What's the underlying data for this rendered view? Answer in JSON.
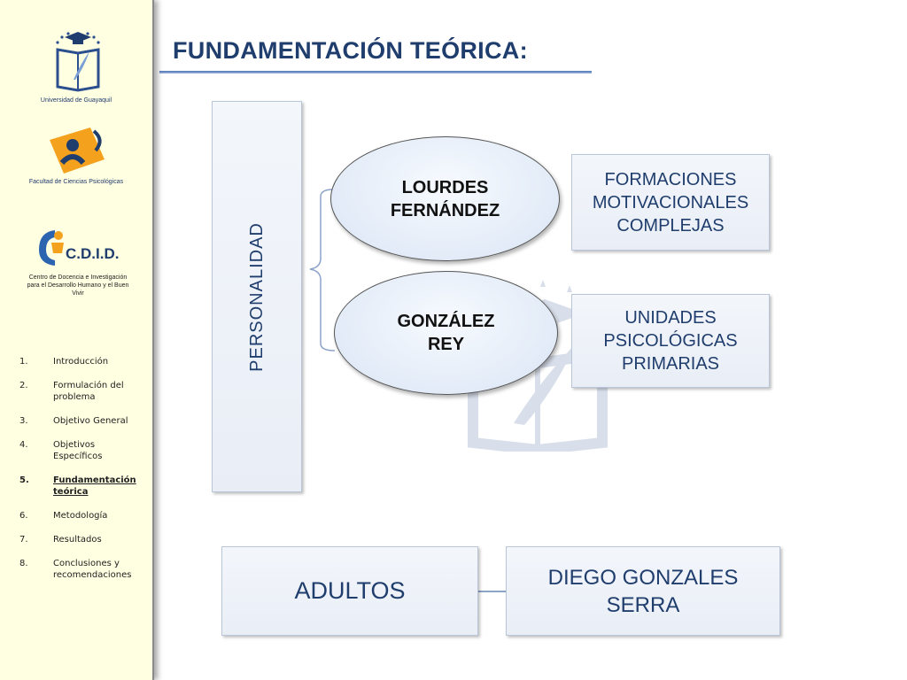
{
  "sidebar": {
    "university_caption": "Universidad de Guayaquil",
    "faculty_caption": "Facultad de Ciencias Psicológicas",
    "cdid_logo_text": "C.D.I.D.",
    "cdid_caption": "Centro de Docencia e Investigación para el Desarrollo Humano y el Buen Vivir",
    "toc": [
      {
        "num": "1.",
        "label": "Introducción"
      },
      {
        "num": "2.",
        "label": "Formulación del problema"
      },
      {
        "num": "3.",
        "label": "Objetivo General"
      },
      {
        "num": "4.",
        "label": "Objetivos Específicos"
      },
      {
        "num": "5.",
        "label": "Fundamentación teórica"
      },
      {
        "num": "6.",
        "label": "Metodología"
      },
      {
        "num": "7.",
        "label": "Resultados"
      },
      {
        "num": "8.",
        "label": "Conclusiones y recomendaciones"
      }
    ],
    "active_index": 4
  },
  "slide": {
    "title": "FUNDAMENTACIÓN TEÓRICA:"
  },
  "diagram": {
    "root": "PERSONALIDAD",
    "authors": [
      {
        "name": "LOURDES FERNÁNDEZ",
        "concept": "FORMACIONES MOTIVACIONALES COMPLEJAS"
      },
      {
        "name": "GONZÁLEZ REY",
        "concept": "UNIDADES PSICOLÓGICAS PRIMARIAS"
      }
    ],
    "population": "ADULTOS",
    "population_author": "DIEGO GONZALES SERRA"
  },
  "colors": {
    "title": "#1f3d6d",
    "sidebar_bg": "#ffffe1",
    "box_text": "#1f3d6d",
    "connector": "#8da3c8"
  }
}
